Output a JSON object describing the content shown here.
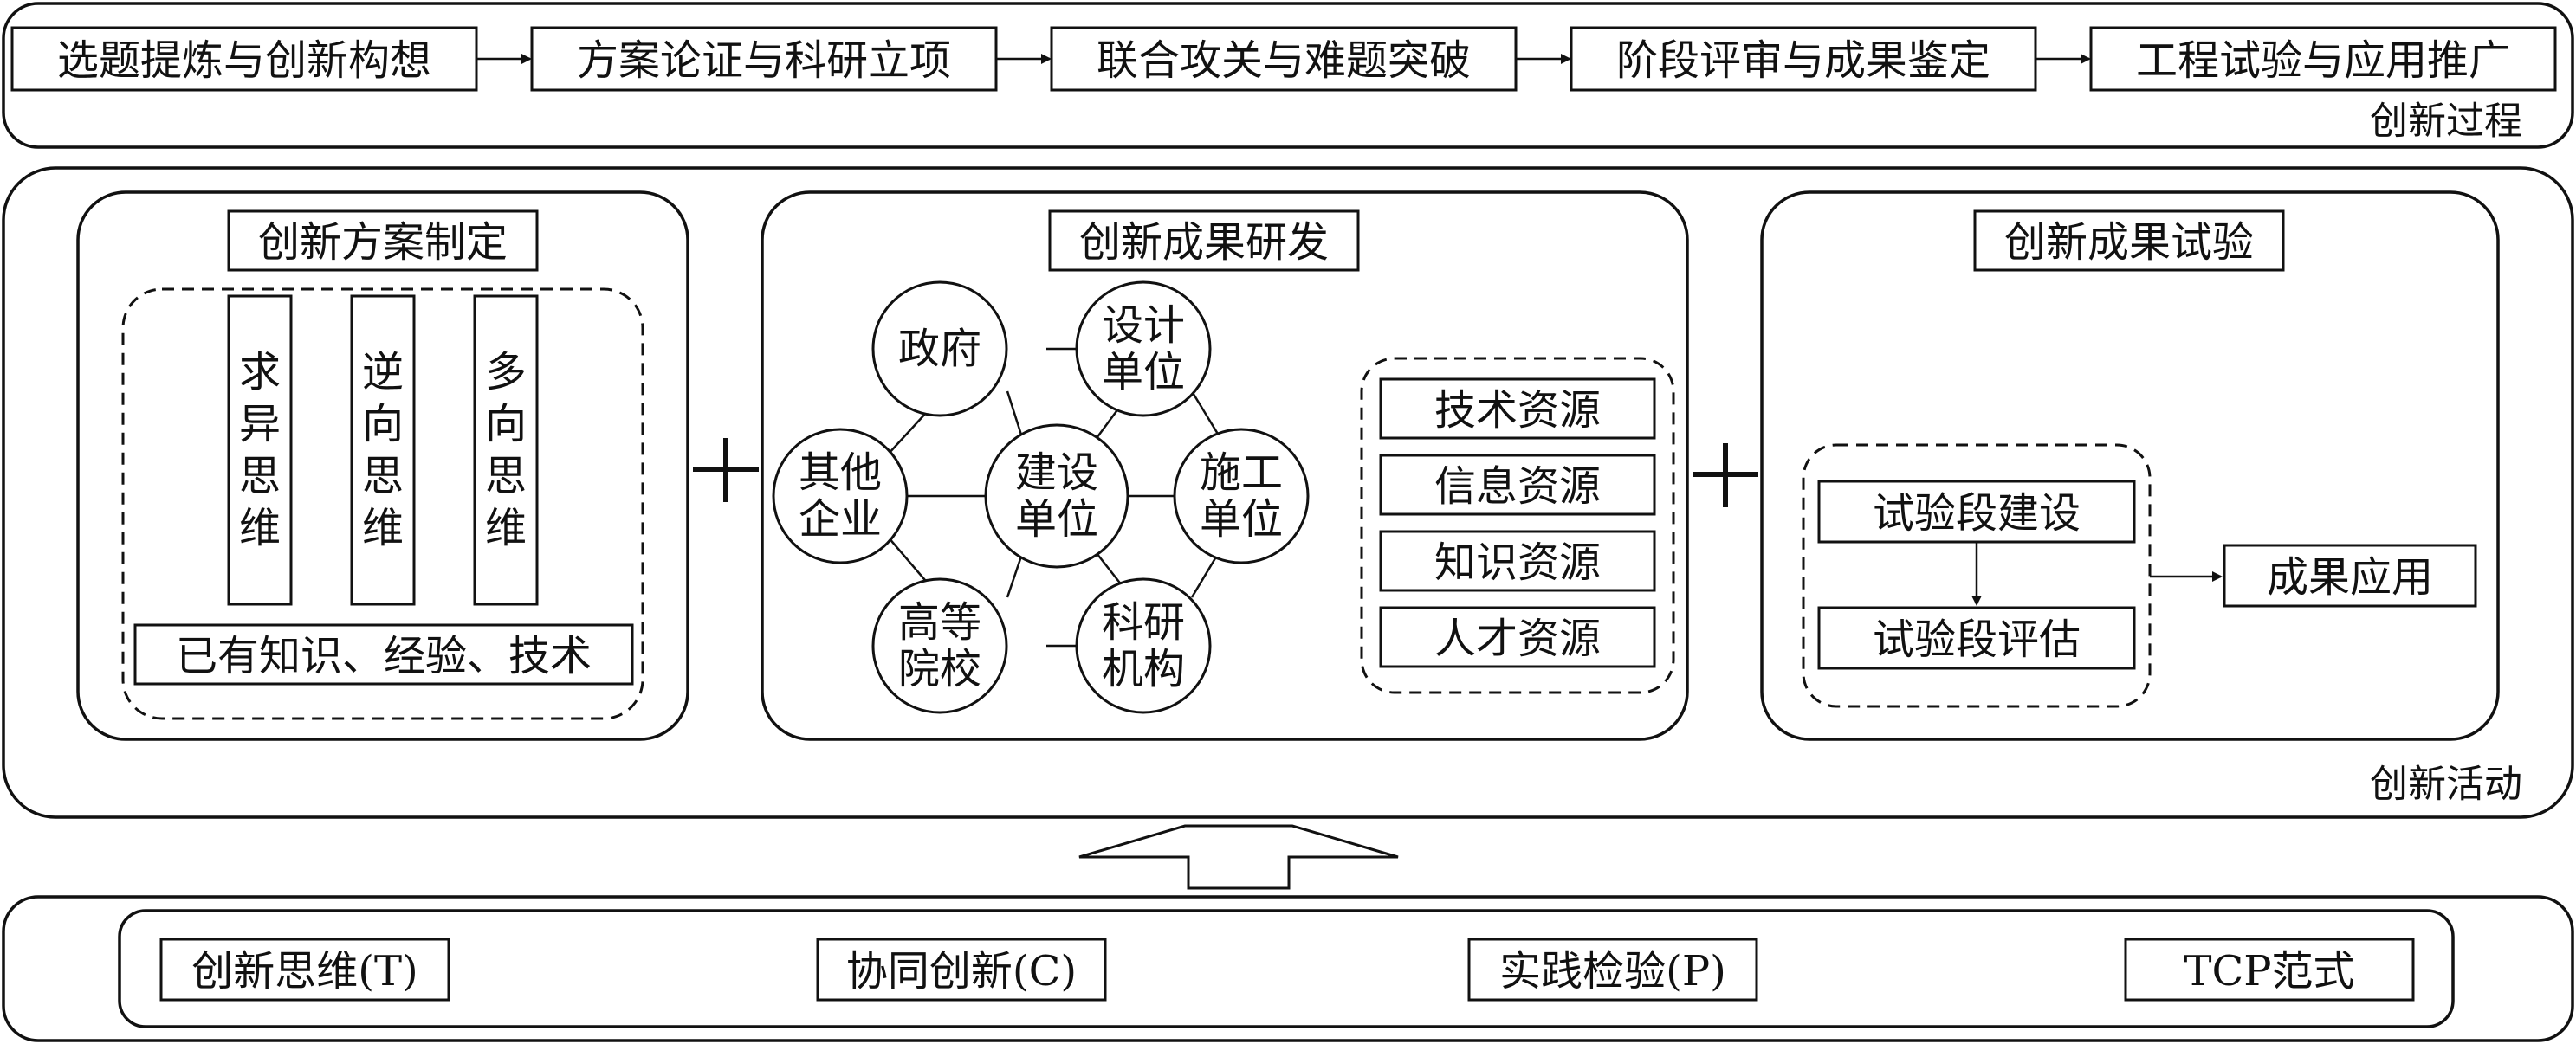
{
  "process": {
    "steps": [
      "选题提炼与创新构想",
      "方案论证与科研立项",
      "联合攻关与难题突破",
      "阶段评审与成果鉴定",
      "工程试验与应用推广"
    ],
    "label": "创新过程"
  },
  "activity": {
    "label": "创新活动",
    "plan": {
      "title": "创新方案制定",
      "thinking": [
        [
          "求",
          "异",
          "思",
          "维"
        ],
        [
          "逆",
          "向",
          "思",
          "维"
        ],
        [
          "多",
          "向",
          "思",
          "维"
        ]
      ],
      "base": "已有知识、经验、技术"
    },
    "research": {
      "title": "创新成果研发",
      "nodes": {
        "center": [
          "建设",
          "单位"
        ],
        "gov": [
          "政府"
        ],
        "design": [
          "设计",
          "单位"
        ],
        "construct": [
          "施工",
          "单位"
        ],
        "research": [
          "科研",
          "机构"
        ],
        "univ": [
          "高等",
          "院校"
        ],
        "other": [
          "其他",
          "企业"
        ]
      },
      "resources": [
        "技术资源",
        "信息资源",
        "知识资源",
        "人才资源"
      ]
    },
    "trial": {
      "title": "创新成果试验",
      "build": "试验段建设",
      "evaluate": "试验段评估",
      "apply": "成果应用"
    }
  },
  "paradigm": {
    "items": [
      "创新思维(T)",
      "协同创新(C)",
      "实践检验(P)",
      "TCP范式"
    ]
  }
}
